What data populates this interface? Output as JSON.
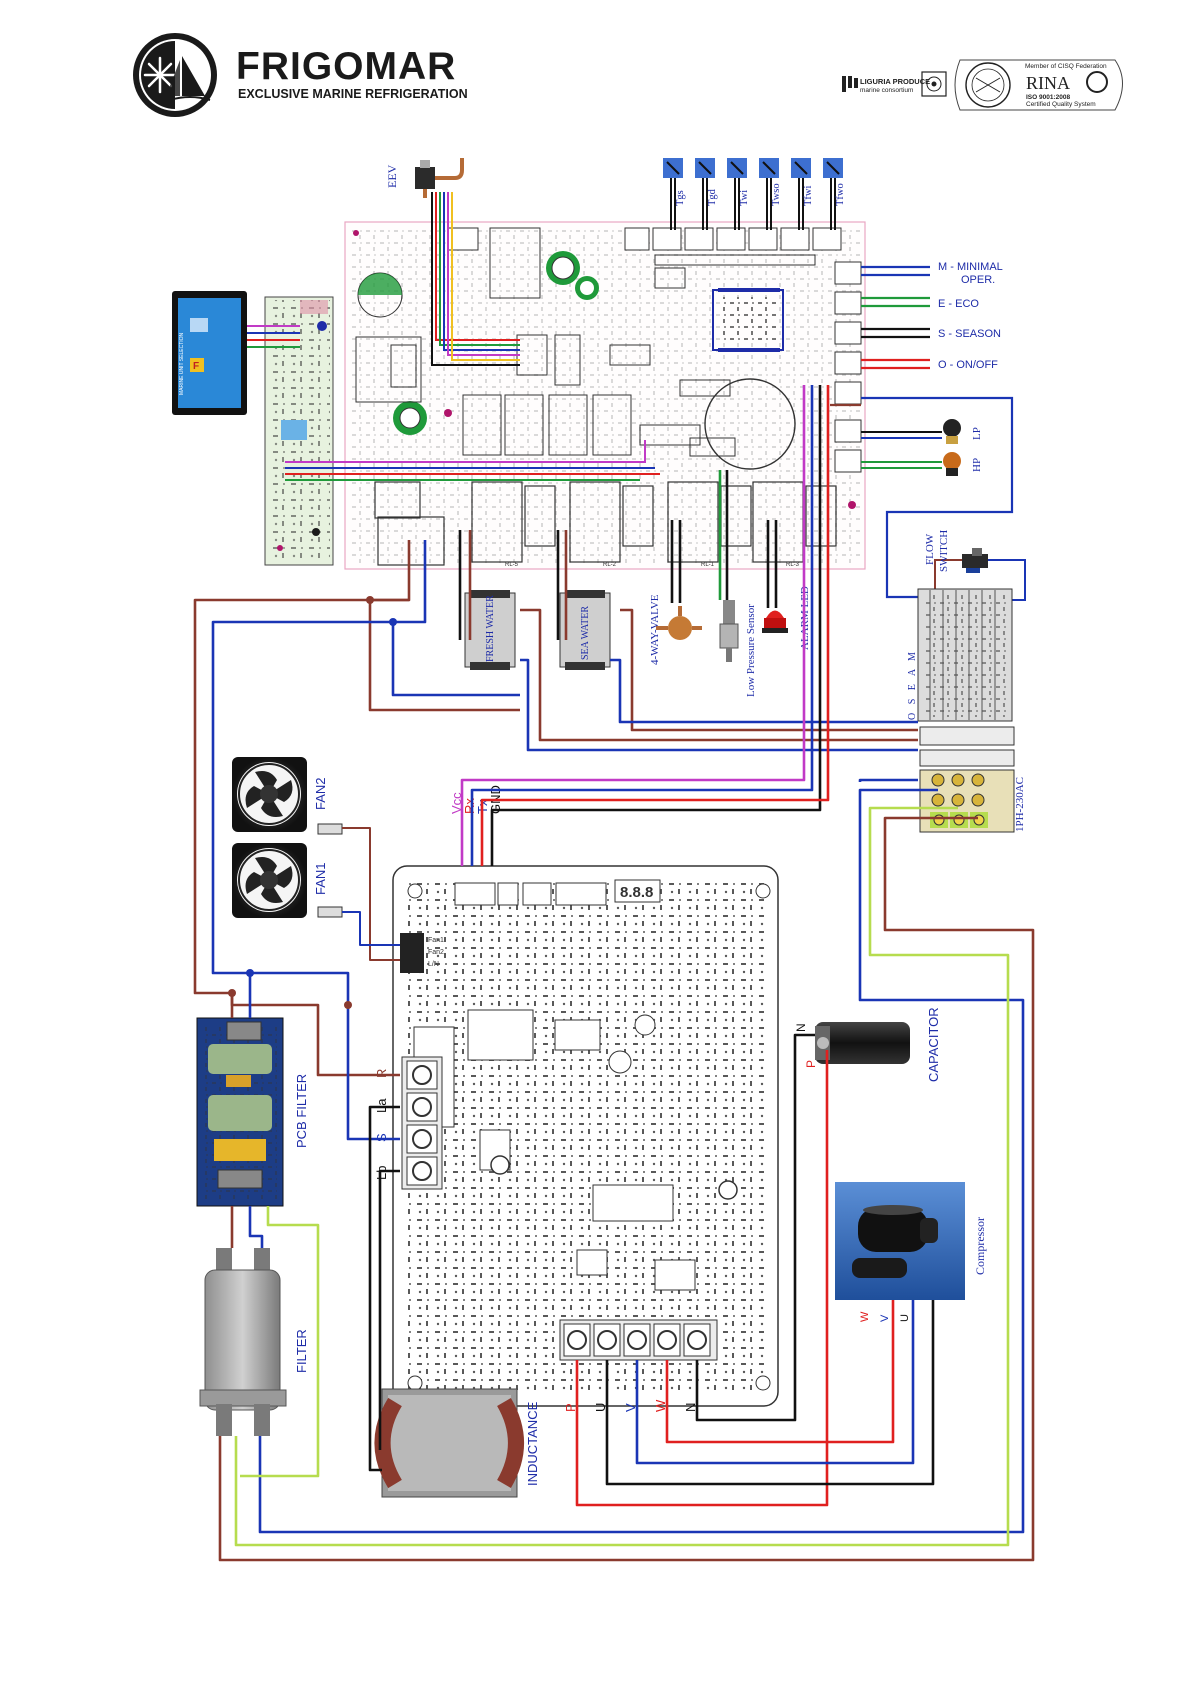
{
  "header": {
    "brand": "FRIGOMAR",
    "tagline": "EXCLUSIVE MARINE REFRIGERATION",
    "partner_line1": "LIGURIA PRODUCE",
    "partner_line2": "marine consortium",
    "cert_member": "Member of CISQ Federation",
    "cert_name": "RINA",
    "cert_iso": "ISO 9001:2008",
    "cert_system": "Certified Quality System"
  },
  "labels": {
    "eev": "EEV",
    "sensors": [
      "Tgs",
      "Tgd",
      "Twi",
      "Twso",
      "Tfwi",
      "Tfwo"
    ],
    "modes": [
      {
        "code": "M - MINIMAL",
        "line2": "OPER.",
        "color": "#1e2ca8"
      },
      {
        "code": "E - ECO",
        "line2": "",
        "color": "#23a23a"
      },
      {
        "code": "S - SEASON",
        "line2": "",
        "color": "#111111"
      },
      {
        "code": "O - ON/OFF",
        "line2": "",
        "color": "#e0201f"
      }
    ],
    "lp": "LP",
    "hp": "HP",
    "flow_switch_1": "FLOW",
    "flow_switch_2": "SWITCH",
    "terminal_letters": "O  S  E  A  M",
    "power": "1PH-230AC",
    "fresh_water": "FRESH WATER",
    "sea_water": "SEA WATER",
    "four_way_valve": "4-WAY-VALVE",
    "low_pressure_sensor": "Low Pressure Sensor",
    "alarm_led": "ALARM LED",
    "comm": [
      "Vcc",
      "Rx",
      "Tx",
      "GND"
    ],
    "fan2": "FAN2",
    "fan1": "FAN1",
    "pcb_filter": "PCB FILTER",
    "filter": "FILTER",
    "inductance": "INDUCTANCE",
    "capacitor": "CAPACITOR",
    "compressor": "Compressor",
    "cap_n": "N",
    "cap_p": "P",
    "comp_w": "W",
    "comp_v": "V",
    "comp_u": "U",
    "inv_left": [
      "R",
      "La",
      "S",
      "Lb"
    ],
    "inv_bottom": [
      "P",
      "U",
      "V",
      "W",
      "N"
    ],
    "fan_conn": [
      "Fan1",
      "Fan2",
      "L/N"
    ],
    "display_text": "F",
    "display_side": "MARINE UNIT SELECTION",
    "board_rl": [
      "RL-5",
      "RL-2",
      "RL-1",
      "RL-3"
    ]
  },
  "colors": {
    "brown": "#8a3a2e",
    "blue": "#1a35b5",
    "green": "#1f9a3a",
    "lime": "#b6dc4e",
    "red": "#e0201f",
    "black": "#111111",
    "magenta": "#c13ac6",
    "board_outline": "#e8a7c3",
    "sensor_blue": "#3d6fd0",
    "label_blue": "#1e2ca8"
  }
}
